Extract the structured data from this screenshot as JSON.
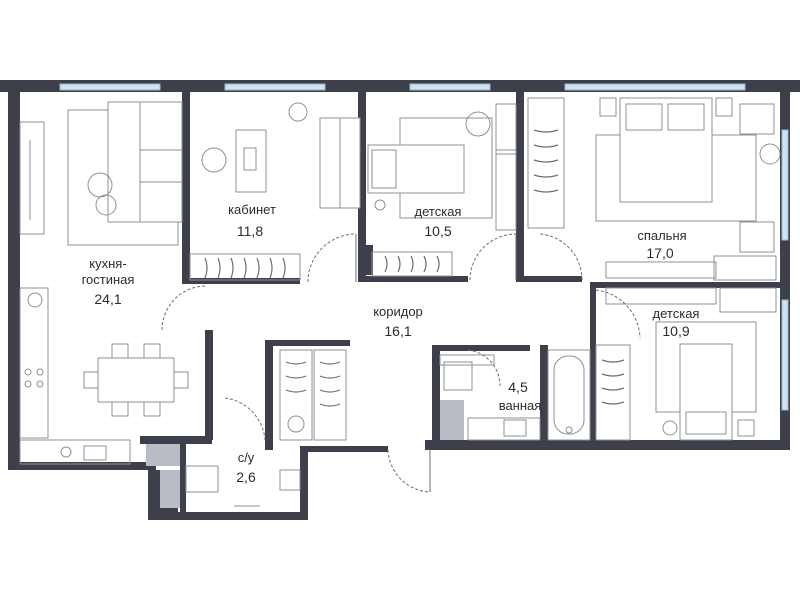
{
  "plan": {
    "rooms": [
      {
        "id": "kitchen-living",
        "label_line1": "кухня-",
        "label_line2": "гостиная",
        "area": "24,1"
      },
      {
        "id": "office",
        "label": "кабинет",
        "area": "11,8"
      },
      {
        "id": "kids-room-1",
        "label": "детская",
        "area": "10,5"
      },
      {
        "id": "bedroom",
        "label": "спальня",
        "area": "17,0"
      },
      {
        "id": "corridor",
        "label": "коридор",
        "area": "16,1"
      },
      {
        "id": "kids-room-2",
        "label": "детская",
        "area": "10,9"
      },
      {
        "id": "bathroom",
        "label": "ванная",
        "area": "4,5"
      },
      {
        "id": "wc",
        "label": "с/у",
        "area": "2,6"
      }
    ],
    "colors": {
      "wall": "#3d404b",
      "window": "#cfe3f1",
      "furniture": "#8d9099",
      "text": "#2a2c33"
    }
  }
}
